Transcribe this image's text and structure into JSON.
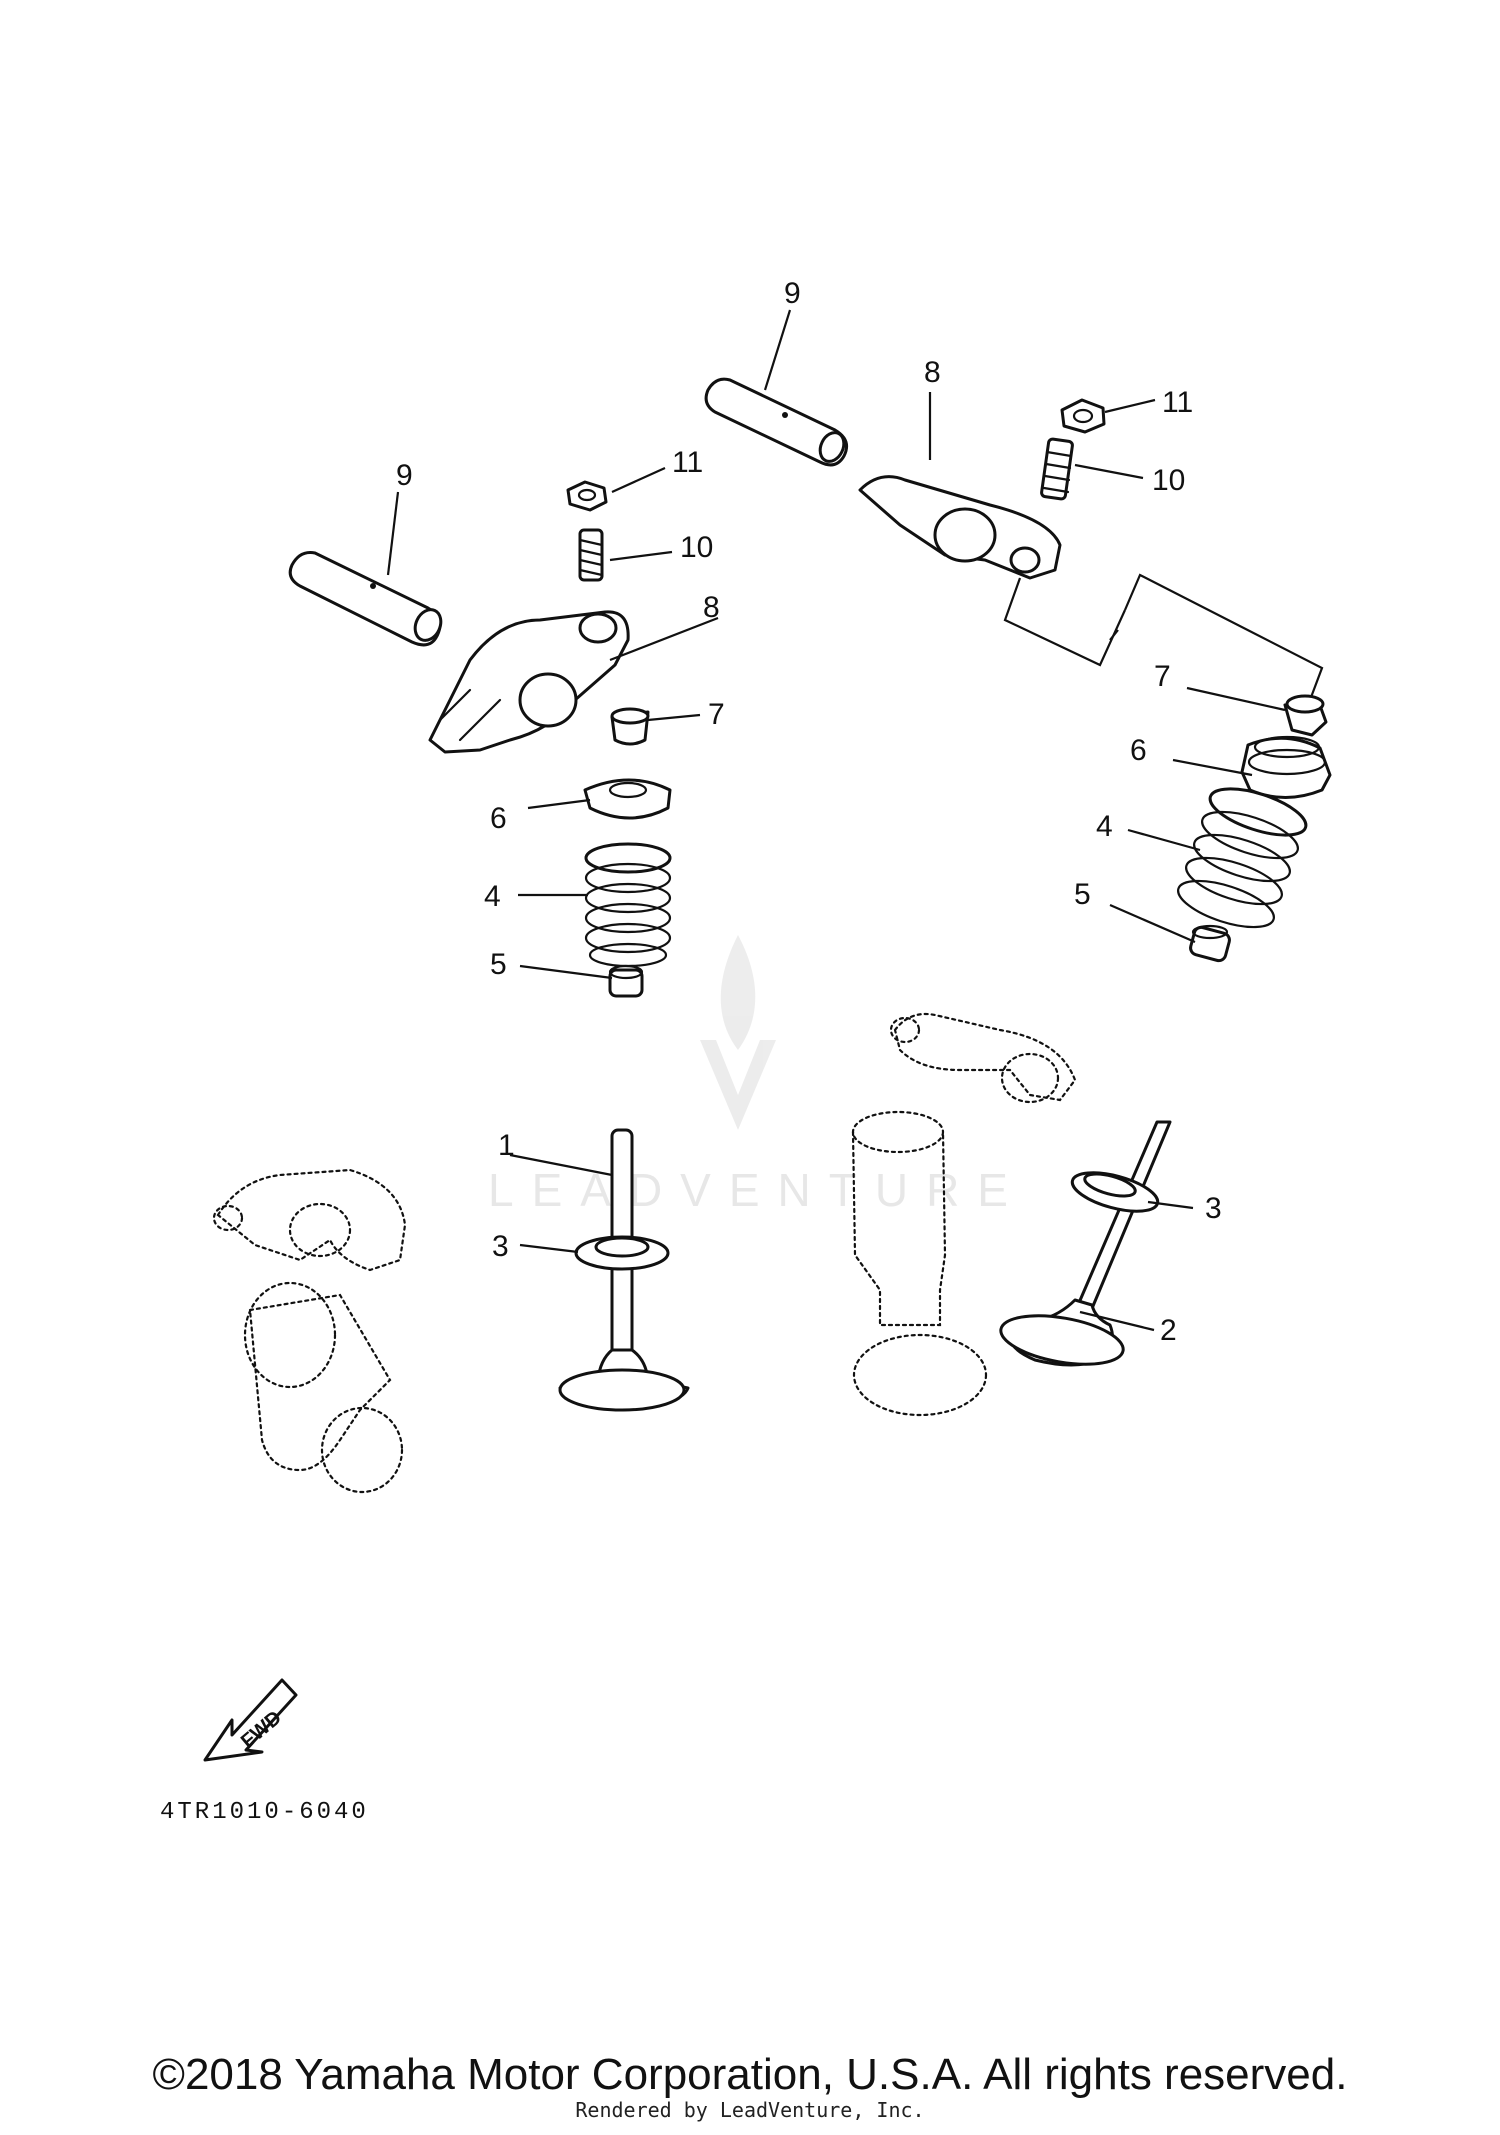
{
  "callouts": {
    "c1": "1",
    "c2": "2",
    "c3a": "3",
    "c3b": "3",
    "c4a": "4",
    "c4b": "4",
    "c5a": "5",
    "c5b": "5",
    "c6a": "6",
    "c6b": "6",
    "c7a": "7",
    "c7b": "7",
    "c8a": "8",
    "c8b": "8",
    "c9a": "9",
    "c9b": "9",
    "c10a": "10",
    "c10b": "10",
    "c11a": "11",
    "c11b": "11"
  },
  "fwd_label": "FWD",
  "diagram_code": "4TR1010-6040",
  "watermark": "LEADVENTURE",
  "copyright": "©2018 Yamaha Motor Corporation, U.S.A. All rights reserved.",
  "rendered_by": "Rendered by LeadVenture, Inc."
}
